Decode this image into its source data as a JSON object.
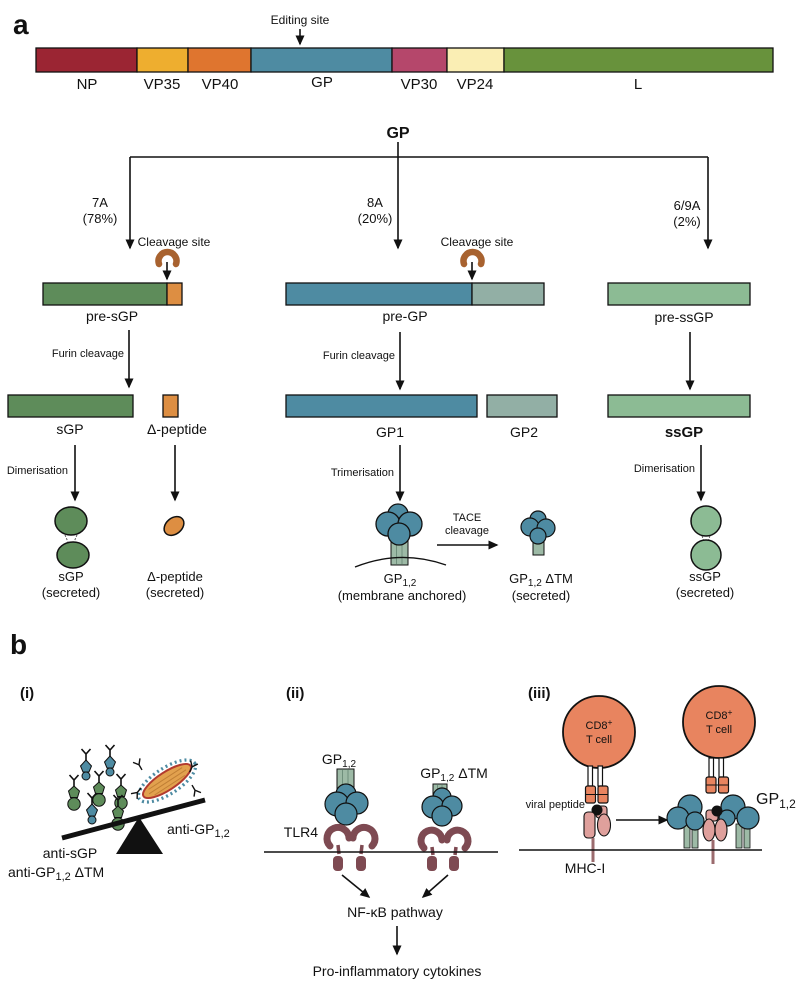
{
  "colors": {
    "np": "#9b2533",
    "vp35": "#eeae2f",
    "vp40": "#df752f",
    "teal": "#4e8ba2",
    "vp30": "#b5476b",
    "vp24": "#faeeb4",
    "l_green": "#68923c",
    "green": "#5e8c5a",
    "orange": "#dd8e42",
    "sage": "#92afa5",
    "light_green": "#8cbb94",
    "stalk": "#9dbaa6",
    "brown": "#a8622f",
    "maroon": "#7e4a52",
    "salmon": "#e8845f",
    "pink": "#dfa09c",
    "virus_body": "#e2a14e",
    "virus_outline": "#b23a2e"
  },
  "panel_a": {
    "label": "a",
    "editing_site": "Editing site",
    "genome": [
      {
        "name": "NP",
        "color": "#9b2533"
      },
      {
        "name": "VP35",
        "color": "#eeae2f"
      },
      {
        "name": "VP40",
        "color": "#df752f"
      },
      {
        "name": "GP",
        "color": "#4e8ba2"
      },
      {
        "name": "VP30",
        "color": "#b5476b"
      },
      {
        "name": "VP24",
        "color": "#faeeb4"
      },
      {
        "name": "L",
        "color": "#68923c"
      }
    ],
    "gp_title": "GP",
    "branches": [
      {
        "rna": "7A",
        "pct": "(78%)"
      },
      {
        "rna": "8A",
        "pct": "(20%)"
      },
      {
        "rna": "6/9A",
        "pct": "(2%)"
      }
    ],
    "cleavage_site_left": "Cleavage site",
    "cleavage_site_mid": "Cleavage site",
    "furin_left": "Furin cleavage",
    "furin_mid": "Furin cleavage",
    "precursors": {
      "left": "pre-sGP",
      "middle": "pre-GP",
      "right": "pre-ssGP"
    },
    "products": {
      "sgp": "sGP",
      "delta": "Δ-peptide",
      "gp1": "GP1",
      "gp2": "GP2",
      "ssgp": "ssGP"
    },
    "dimerisation_left": "Dimerisation",
    "trimerisation": "Trimerisation",
    "dimerisation_right": "Dimerisation",
    "tace": {
      "l1": "TACE",
      "l2": "cleavage"
    },
    "final": {
      "sgp": {
        "l1": "sGP",
        "l2": "(secreted)"
      },
      "delta": {
        "l1": "Δ-peptide",
        "l2": "(secreted)"
      },
      "gp12": {
        "base": "GP",
        "sub": "1,2",
        "l2": "(membrane anchored)"
      },
      "gp12dtm": {
        "base": "GP",
        "sub": "1,2",
        "suffix": " ΔTM",
        "l2": "(secreted)"
      },
      "ssgp": {
        "l1": "ssGP",
        "l2": "(secreted)"
      }
    }
  },
  "panel_b": {
    "label": "b",
    "i": {
      "label": "(i)",
      "anti_gp12": {
        "base": "anti-GP",
        "sub": "1,2"
      },
      "anti_sgp": "anti-sGP",
      "anti_gp12dtm": {
        "base": "anti-GP",
        "sub": "1,2",
        "suffix": " ΔTM"
      }
    },
    "ii": {
      "label": "(ii)",
      "gp12": {
        "base": "GP",
        "sub": "1,2"
      },
      "gp12dtm": {
        "base": "GP",
        "sub": "1,2",
        "suffix": " ΔTM"
      },
      "tlr4": "TLR4",
      "nfkb": "NF-κB pathway",
      "cytokines": "Pro-inflammatory cytokines"
    },
    "iii": {
      "label": "(iii)",
      "cd8_a": {
        "base": "CD8",
        "sup": "+",
        "l2": "T cell"
      },
      "cd8_b": {
        "base": "CD8",
        "sup": "+",
        "l2": "T cell"
      },
      "viral_peptide": "viral peptide",
      "mhc": "MHC-I",
      "gp12": {
        "base": "GP",
        "sub": "1,2"
      }
    }
  }
}
